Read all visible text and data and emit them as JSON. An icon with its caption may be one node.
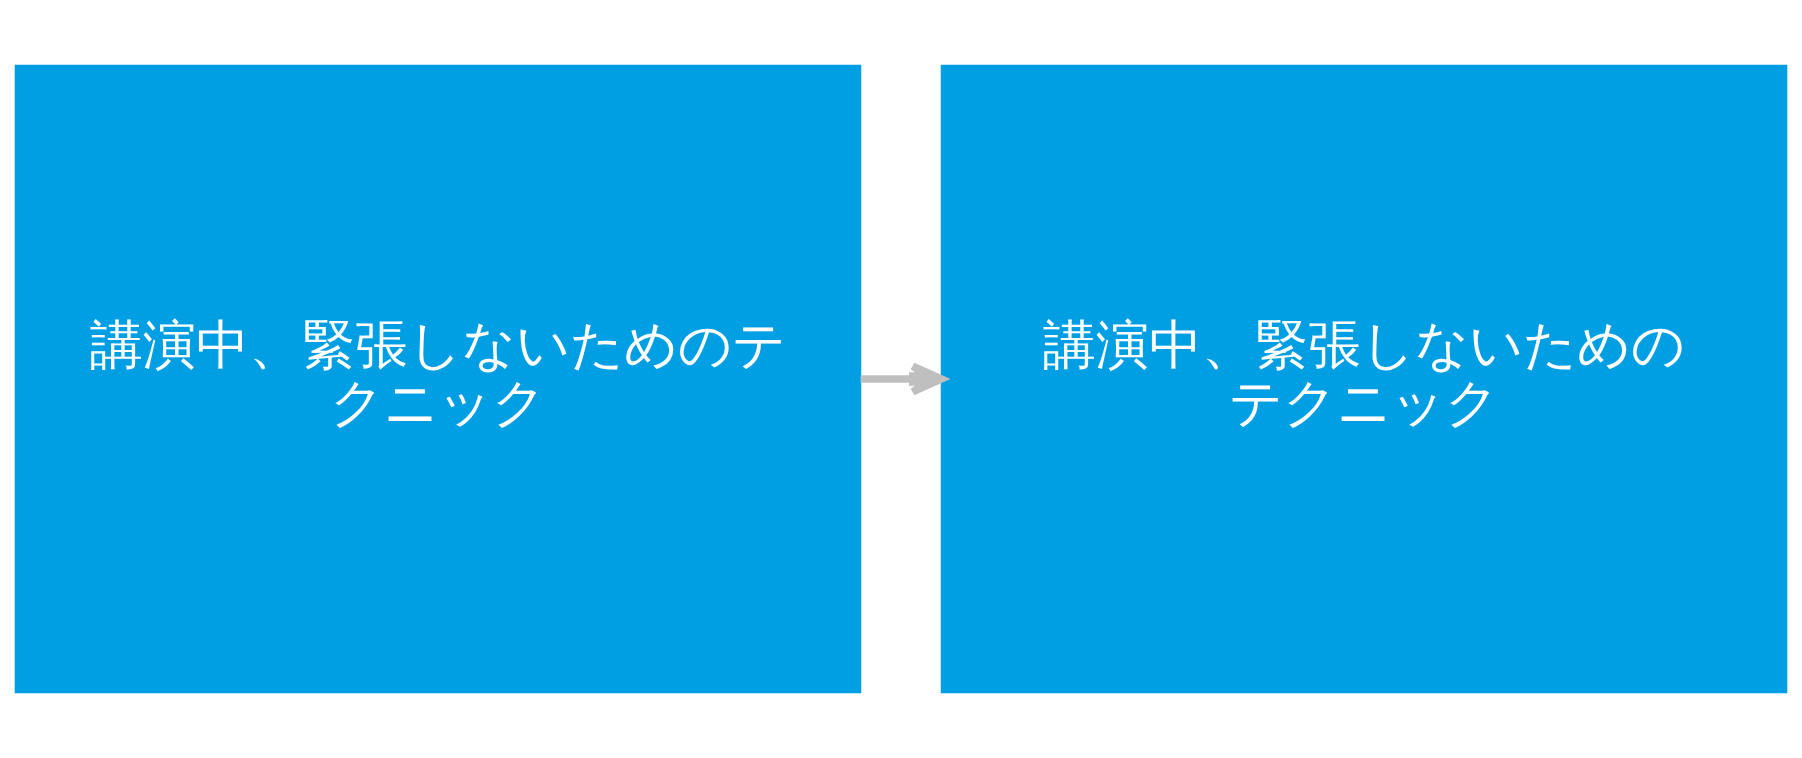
{
  "diagram": {
    "nodes": [
      {
        "text": [
          "講演中、緊張しないためのテクニック"
        ]
      },
      {
        "text": [
          "講演中、緊張しないためのテクニック"
        ]
      }
    ],
    "edges": [
      {
        "from": 0,
        "to": 1,
        "arrow": "to"
      }
    ]
  }
}
